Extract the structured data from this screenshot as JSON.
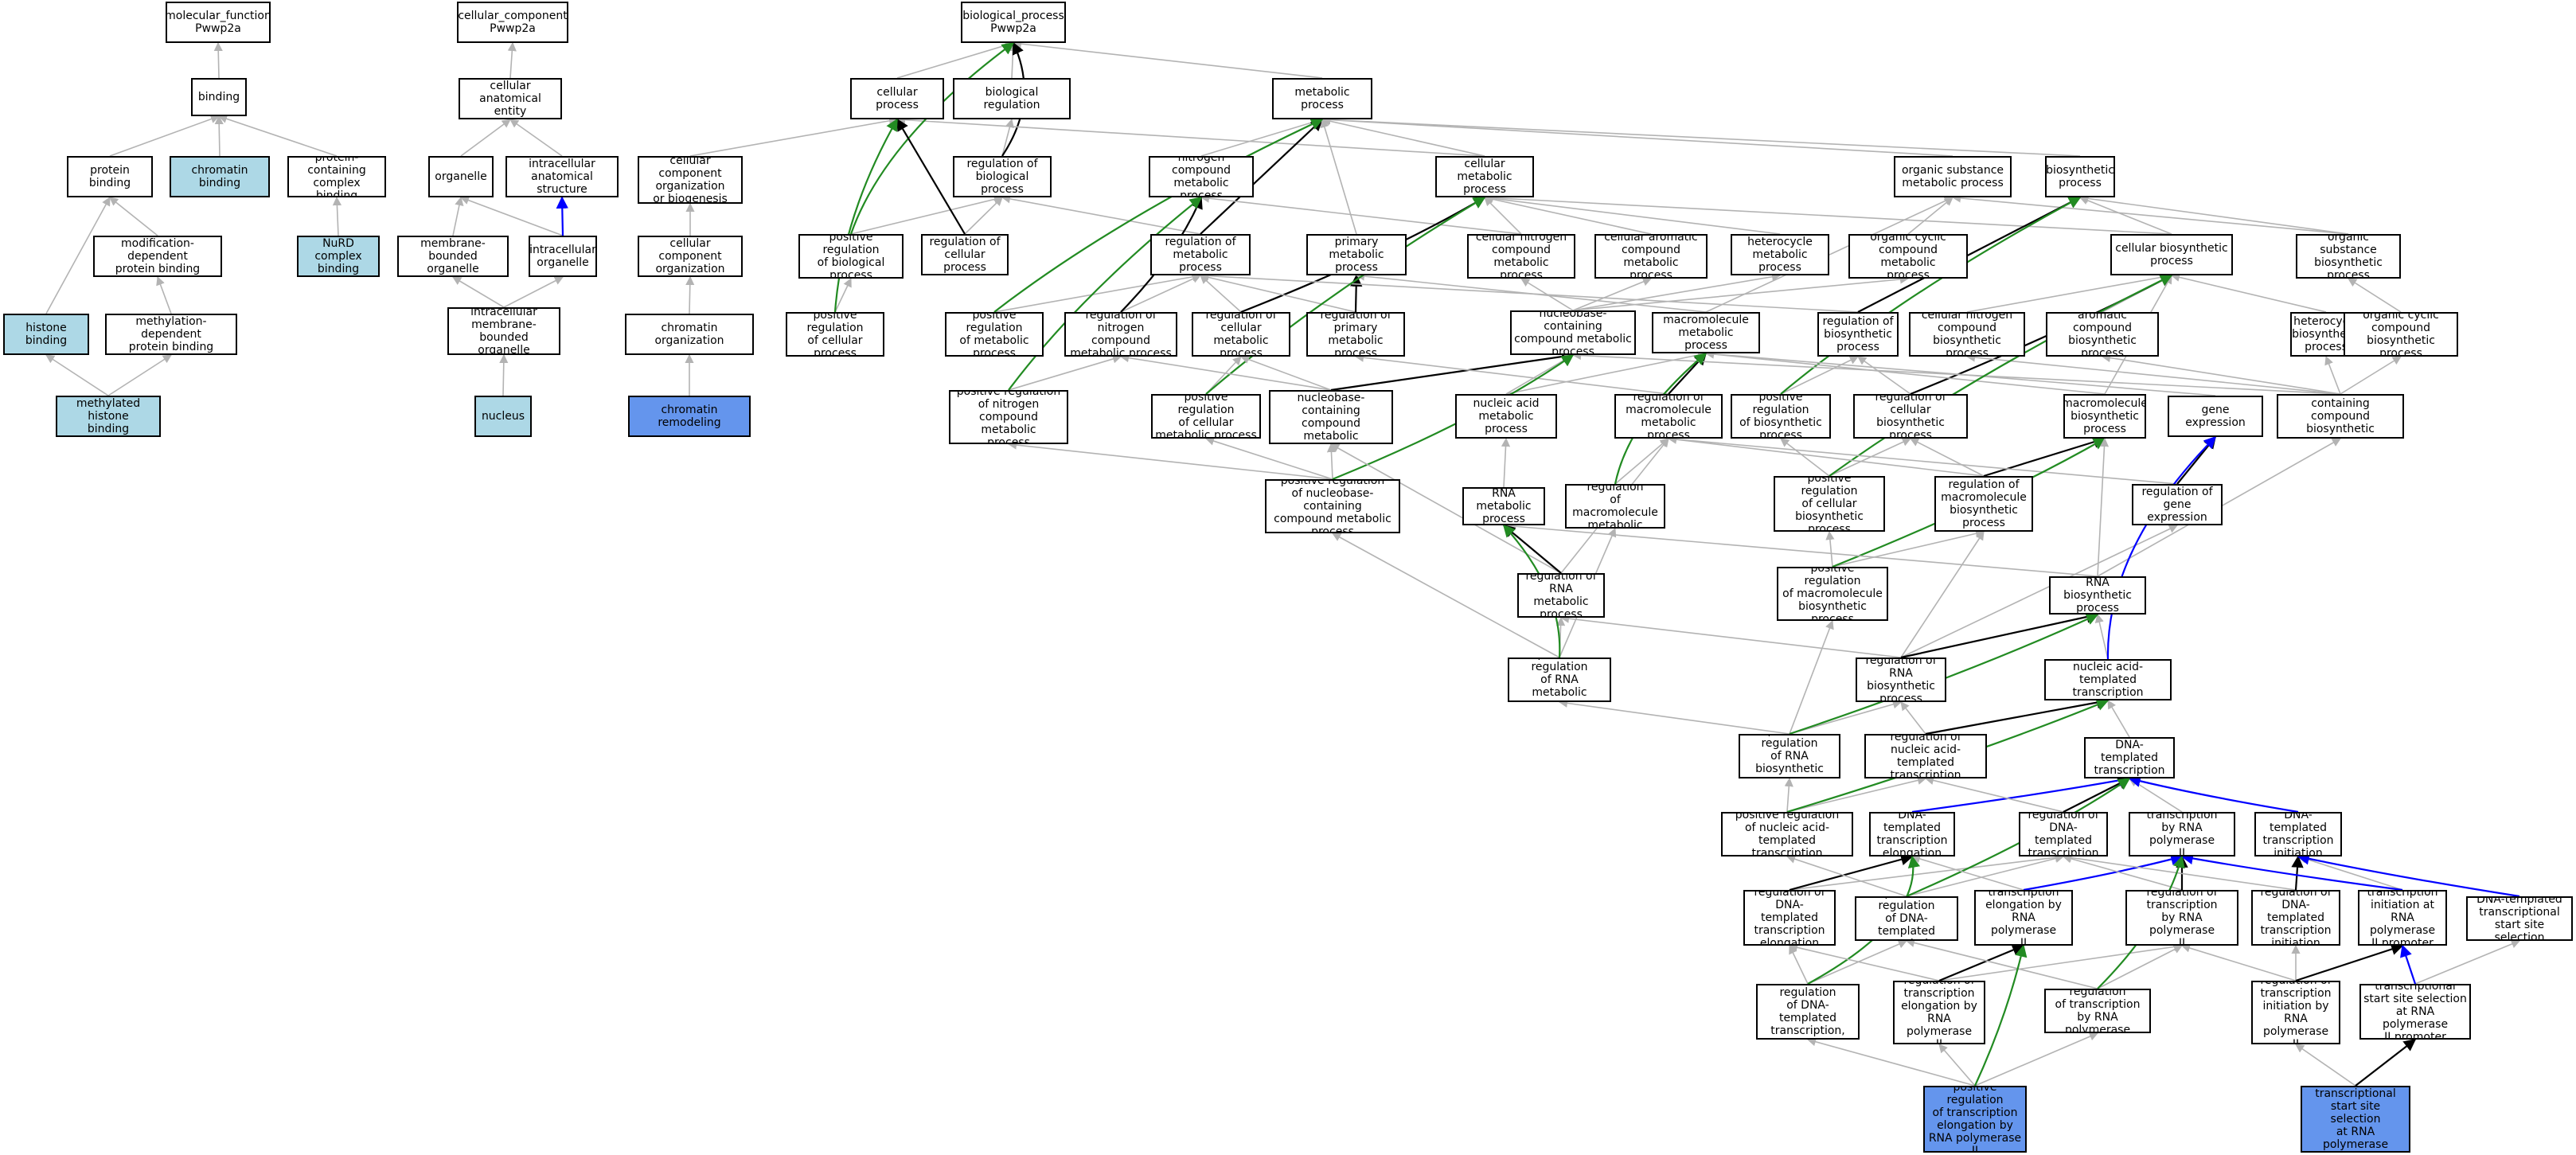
{
  "colors": {
    "edge_default": "#b3b3b3",
    "edge_part_of": "#b3b3b3",
    "edge_regulates": "#000000",
    "edge_positively_regulates": "#228b22",
    "edge_occurs_in": "#0000ff",
    "fill_plain": "#ffffff",
    "fill_annotated": "#add8e6",
    "fill_query": "#6495ed"
  },
  "nodes": {
    "mf_root": "molecular_function\nPwwp2a",
    "binding": "binding",
    "protein_binding": "protein binding",
    "chromatin_binding": "chromatin binding",
    "protein_complex_binding": "protein-containing\ncomplex binding",
    "mod_dep_binding": "modification-dependent\nprotein binding",
    "nurd_binding": "NuRD complex\nbinding",
    "histone_binding": "histone binding",
    "meth_dep_binding": "methylation-dependent\nprotein binding",
    "meth_histone_binding": "methylated histone\nbinding",
    "cc_root": "cellular_component\nPwwp2a",
    "cell_anat_entity": "cellular anatomical\nentity",
    "organelle": "organelle",
    "intracell_anat_struct": "intracellular\nanatomical structure",
    "membrane_bounded_org": "membrane-bounded\norganelle",
    "intracell_org": "intracellular\norganelle",
    "intracell_mb_org": "intracellular\nmembrane-bounded\norganelle",
    "nucleus": "nucleus",
    "cc_org_biogenesis": "cellular component\norganization\nor biogenesis",
    "cc_organization": "cellular component\norganization",
    "chromatin_org": "chromatin organization",
    "chromatin_remodeling": "chromatin remodeling",
    "bp_root": "biological_process\nPwwp2a",
    "cellular_process": "cellular process",
    "bio_regulation": "biological regulation",
    "metabolic_process": "metabolic process",
    "reg_bio_process": "regulation of\nbiological process",
    "nitrogen_comp_mp": "nitrogen compound\nmetabolic process",
    "cellular_mp": "cellular metabolic\nprocess",
    "org_subst_mp": "organic substance\nmetabolic process",
    "biosynthetic_process": "biosynthetic\nprocess",
    "pos_reg_bio_process": "positive regulation\nof biological\nprocess",
    "reg_cellular_process": "regulation of\ncellular process",
    "reg_metabolic_process": "regulation of\nmetabolic process",
    "primary_mp": "primary metabolic\nprocess",
    "cell_nitrogen_mp": "cellular nitrogen\ncompound metabolic\nprocess",
    "cell_aromatic_mp": "cellular aromatic\ncompound metabolic\nprocess",
    "heterocycle_mp": "heterocycle\nmetabolic process",
    "org_cyclic_mp": "organic cyclic\ncompound metabolic\nprocess",
    "cellular_biosynth": "cellular biosynthetic\nprocess",
    "org_subst_biosynth": "organic substance\nbiosynthetic\nprocess",
    "pos_reg_cellular_process": "positive regulation\nof cellular\nprocess",
    "pos_reg_metabolic_process": "positive regulation\nof metabolic\nprocess",
    "reg_nitrogen_mp": "regulation of\nnitrogen compound\nmetabolic process",
    "reg_cellular_mp": "regulation of\ncellular metabolic\nprocess",
    "reg_primary_mp": "regulation of\nprimary metabolic\nprocess",
    "nucleobase_mp": "nucleobase-containing\ncompound metabolic\nprocess",
    "macromolecule_mp": "macromolecule\nmetabolic process",
    "reg_biosynth": "regulation of\nbiosynthetic\nprocess",
    "cell_nitrogen_biosynth": "cellular nitrogen\ncompound biosynthetic\nprocess",
    "aromatic_biosynth": "aromatic compound\nbiosynthetic\nprocess",
    "heterocycle_biosynth": "heterocycle\nbiosynthetic\nprocess",
    "org_cyclic_biosynth": "organic cyclic\ncompound biosynthetic\nprocess",
    "pos_reg_nitrogen_mp": "positive regulation\nof nitrogen\ncompound metabolic\nprocess",
    "pos_reg_cellular_mp": "positive regulation\nof cellular\nmetabolic process",
    "reg_nucleobase_mp": "regulation of\nnucleobase-containing\ncompound metabolic\nprocess",
    "nucleic_acid_mp": "nucleic acid\nmetabolic process",
    "reg_macromolecule_mp": "regulation of\nmacromolecule\nmetabolic process",
    "pos_reg_biosynth": "positive regulation\nof biosynthetic\nprocess",
    "reg_cellular_biosynth": "regulation of\ncellular biosynthetic\nprocess",
    "macromolecule_biosynth": "macromolecule\nbiosynthetic\nprocess",
    "gene_expression": "gene expression",
    "nucleobase_biosynth": "nucleobase-containing\ncompound biosynthetic\nprocess",
    "pos_reg_nucleobase_mp": "positive regulation\nof nucleobase-containing\ncompound metabolic\nprocess",
    "rna_mp": "RNA metabolic\nprocess",
    "pos_reg_macromolecule_mp": "positive regulation\nof macromolecule\nmetabolic process",
    "pos_reg_cell_biosynth": "positive regulation\nof cellular\nbiosynthetic\nprocess",
    "reg_macromolecule_biosynth": "regulation of\nmacromolecule\nbiosynthetic\nprocess",
    "reg_gene_expression": "regulation of\ngene expression",
    "pos_reg_macro_biosynth": "positive regulation\nof macromolecule\nbiosynthetic\nprocess",
    "rna_biosynth": "RNA biosynthetic\nprocess",
    "reg_rna_mp": "regulation of\nRNA metabolic\nprocess",
    "pos_reg_rna_mp": "positive regulation\nof RNA metabolic\nprocess",
    "reg_rna_biosynth": "regulation of\nRNA biosynthetic\nprocess",
    "na_templated_transcription": "nucleic acid-templated\ntranscription",
    "pos_reg_rna_biosynth": "positive regulation\nof RNA biosynthetic\nprocess",
    "reg_na_templated_transcription": "regulation of\nnucleic acid-templated\ntranscription",
    "dna_templated_transcription": "DNA-templated\ntranscription",
    "pos_reg_na_templated_transcription": "positive regulation\nof nucleic acid-templated\ntranscription",
    "dna_transcription_elongation": "DNA-templated\ntranscription\nelongation",
    "reg_dna_transcription": "regulation of\nDNA-templated\ntranscription",
    "transcription_rnap2": "transcription\nby RNA polymerase\nII",
    "dna_transcription_initiation": "DNA-templated\ntranscription\ninitiation",
    "reg_dna_transcription_elongation": "regulation of\nDNA-templated\ntranscription\nelongation",
    "pos_reg_dna_transcription": "positive regulation\nof DNA-templated\ntranscription",
    "transcription_elongation_rnap2": "transcription\nelongation by\nRNA polymerase\nII",
    "reg_transcription_rnap2": "regulation of\ntranscription\nby RNA polymerase\nII",
    "reg_dna_transcription_initiation": "regulation of\nDNA-templated\ntranscription\ninitiation",
    "transcription_initiation_rnap2": "transcription\ninitiation at\nRNA polymerase\nII promoter",
    "dna_transcriptional_tss": "DNA-templated\ntranscriptional\nstart site selection",
    "pos_reg_dna_transcription_elongation": "positive regulation\nof DNA-templated\ntranscription,\nelongation",
    "reg_transcription_elongation_rnap2": "regulation of\ntranscription\nelongation by\nRNA polymerase\nII",
    "pos_reg_transcription_rnap2": "positive regulation\nof transcription\nby RNA polymerase\nII",
    "reg_transcription_initiation_rnap2": "regulation of\ntranscription\ninitiation by\nRNA polymerase\nII",
    "transcriptional_tss_rnap2": "transcriptional\nstart site selection\nat RNA polymerase\nII promoter",
    "pos_reg_transcription_elongation_rnap2": "positive regulation\nof transcription\nelongation by\nRNA polymerase\nII",
    "reg_transcriptional_tss_rnap2": "regulation of\ntranscriptional\nstart site selection\nat RNA polymerase\nII promoter"
  }
}
